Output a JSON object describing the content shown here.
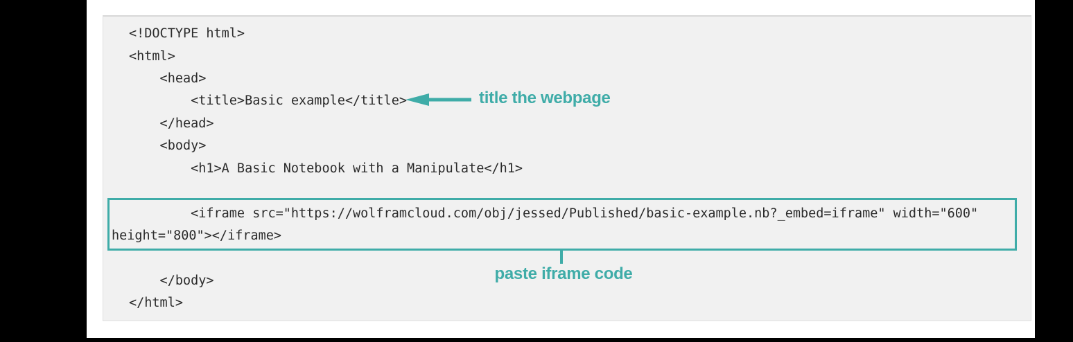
{
  "page": {
    "background_color": "#ffffff",
    "letterbox_color": "#000000"
  },
  "code_block": {
    "background_color": "#f1f1f1",
    "border_color": "#e0e0e0",
    "text_color": "#2b2b2b",
    "lines": [
      "<!DOCTYPE html>",
      "<html>",
      "    <head>",
      "        <title>Basic example</title>",
      "    </head>",
      "    <body>",
      "        <h1>A Basic Notebook with a Manipulate</h1>",
      "        <iframe src=\"https://wolframcloud.com/obj/jessed/Published/basic-example.nb?_embed=iframe\" width=\"600\"",
      "height=\"800\"></iframe>",
      "    </body>",
      "</html>"
    ]
  },
  "annotations": {
    "accent_color": "#3FACA8",
    "title_callout": {
      "label": "title the webpage",
      "arrow_direction": "left"
    },
    "iframe_callout": {
      "label": "paste iframe code"
    }
  }
}
